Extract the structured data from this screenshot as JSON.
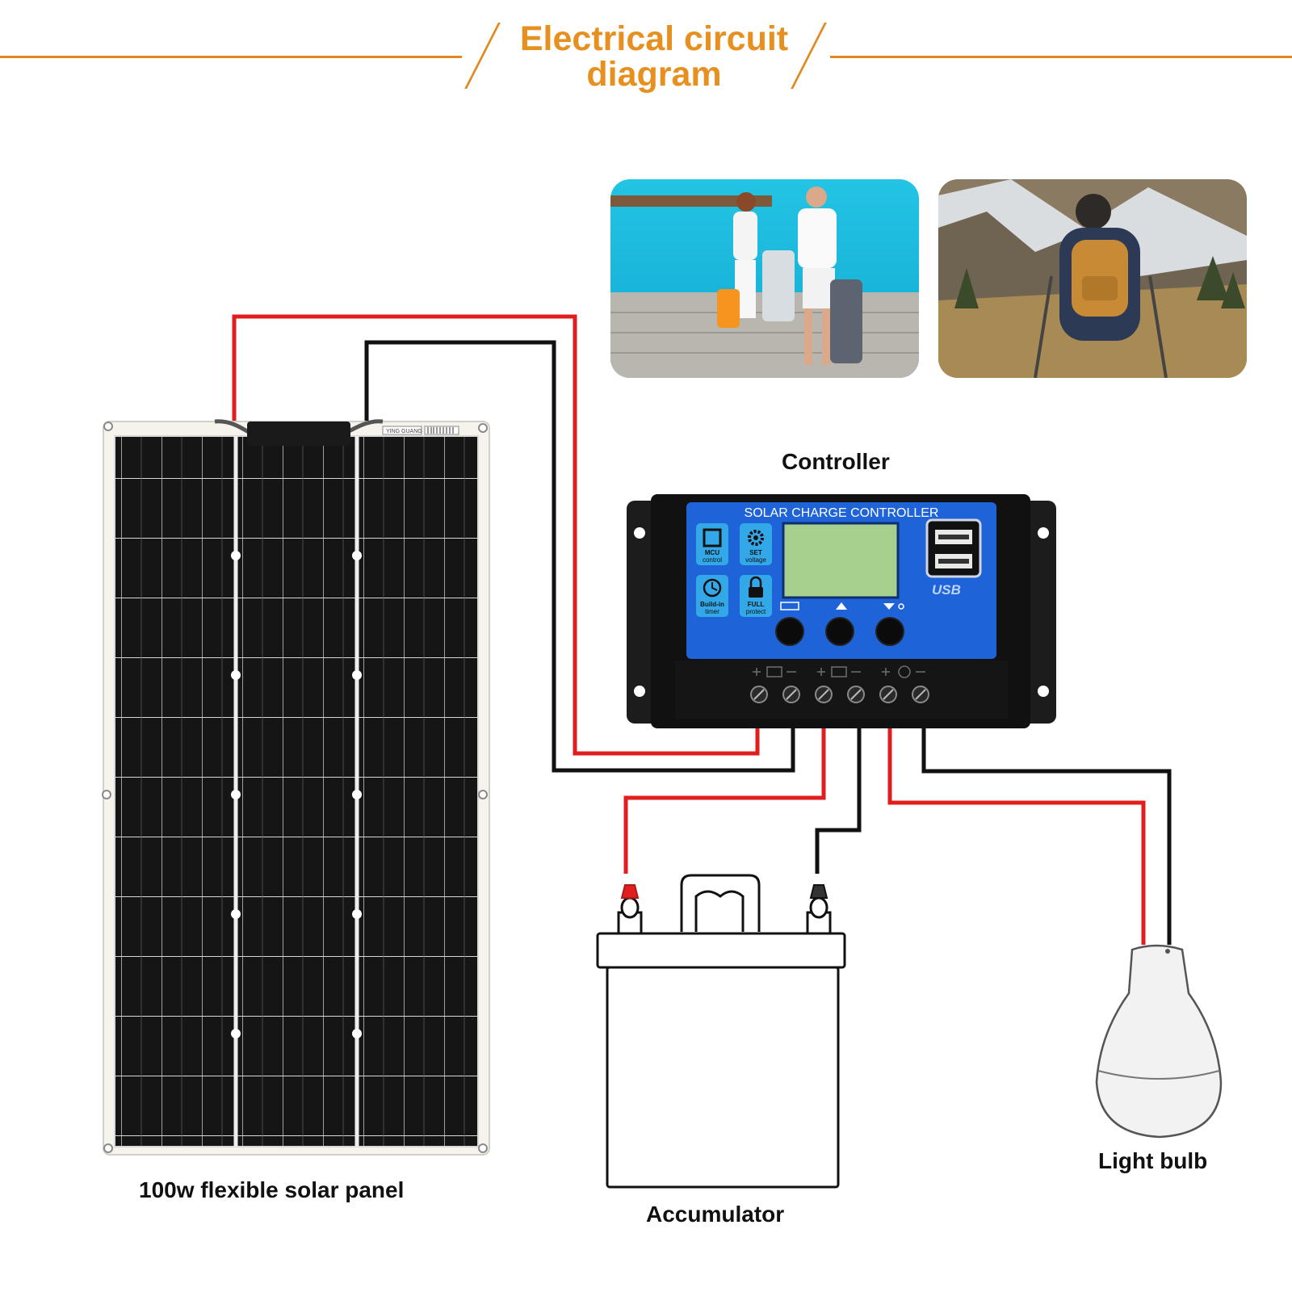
{
  "title": {
    "line1": "Electrical circuit",
    "line2": "diagram"
  },
  "labels": {
    "controller": "Controller",
    "solar_panel": "100w flexible solar panel",
    "accumulator": "Accumulator",
    "light_bulb": "Light bulb"
  },
  "controller": {
    "heading": "SOLAR CHARGE CONTROLLER",
    "features": [
      {
        "line1": "MCU",
        "line2": "control"
      },
      {
        "line1": "SET",
        "line2": "voltage"
      },
      {
        "line1": "Build-in",
        "line2": "timer"
      },
      {
        "line1": "FULL",
        "line2": "protect"
      }
    ],
    "usb_text": "USB"
  },
  "panel_sticker": "YING GUANG",
  "colors": {
    "accent": "#e8901f",
    "wire_positive": "#e01e1e",
    "wire_negative": "#111111",
    "controller_blue": "#1f63d8",
    "lcd": "#a7cf8e"
  },
  "icons": [
    "chip-icon",
    "gear-icon",
    "clock-icon",
    "lock-icon",
    "usb-port-icon"
  ]
}
